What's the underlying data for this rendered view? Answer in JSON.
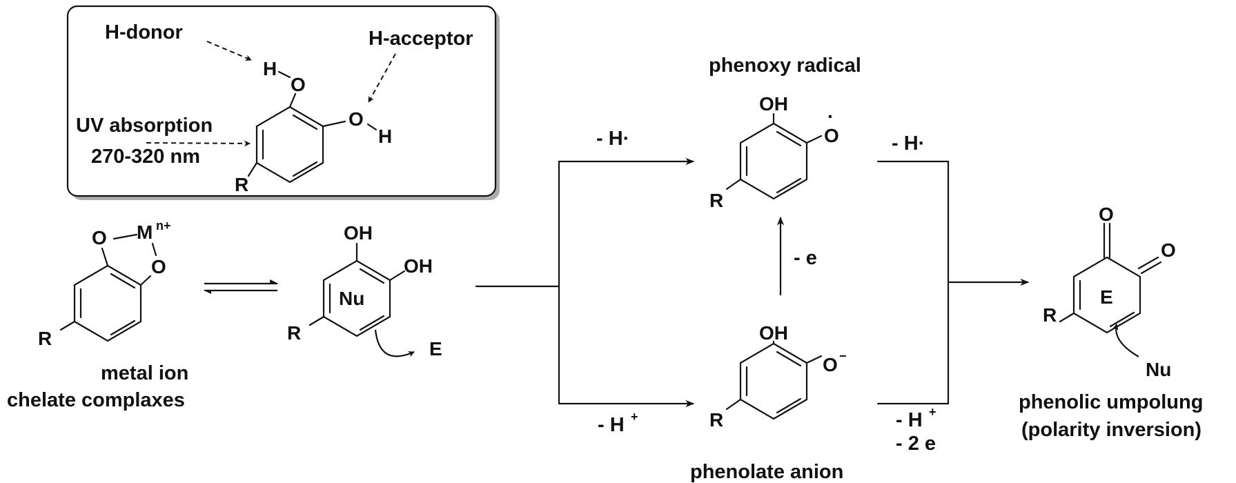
{
  "inset": {
    "h_donor": "H-donor",
    "h_acceptor": "H-acceptor",
    "uv_line1": "UV absorption",
    "uv_line2": "270-320 nm"
  },
  "atoms": {
    "O": "O",
    "H": "H",
    "R": "R",
    "OH": "OH",
    "M": "M",
    "n_plus": "n+",
    "Nu": "Nu",
    "E": "E",
    "radical_dot": "·",
    "minus": "−"
  },
  "labels": {
    "metal_line1": "metal ion",
    "metal_line2": "chelate complaxes",
    "phenoxy_radical": "phenoxy radical",
    "phenolate_anion": "phenolate anion",
    "umpolung_line1": "phenolic umpolung",
    "umpolung_line2": "(polarity inversion)"
  },
  "reagents": {
    "h_radical_top": "- H·",
    "h_radical_right": "- H·",
    "h_plus_bottom": "- H",
    "plus": "+",
    "minus_e": "- e",
    "h_plus_right": "- H",
    "minus_2e": "- 2 e"
  }
}
